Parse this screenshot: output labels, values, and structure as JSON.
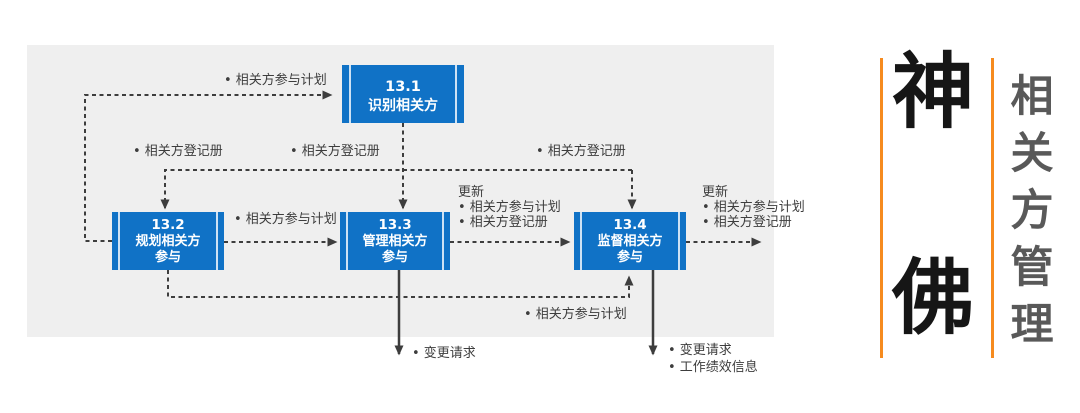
{
  "brand": {
    "char_top": "神",
    "char_bottom": "佛",
    "vertical_title": "相关方管理",
    "accent_color": "#F68B1F"
  },
  "diagram": {
    "processes": [
      {
        "id": "13.1",
        "name": [
          "识别相关方"
        ]
      },
      {
        "id": "13.2",
        "name": [
          "规划相关方",
          "参与"
        ]
      },
      {
        "id": "13.3",
        "name": [
          "管理相关方",
          "参与"
        ]
      },
      {
        "id": "13.4",
        "name": [
          "监督相关方",
          "参与"
        ]
      }
    ],
    "labels": {
      "plan_to_131": "• 相关方参与计划",
      "register_left": "• 相关方登记册",
      "register_mid": "• 相关方登记册",
      "register_right": "• 相关方登记册",
      "plan_132_to_133": "• 相关方参与计划",
      "update_mid": [
        "更新",
        "• 相关方参与计划",
        "• 相关方登记册"
      ],
      "update_right": [
        "更新",
        "• 相关方参与计划",
        "• 相关方登记册"
      ],
      "plan_to_134": "• 相关方参与计划",
      "change_request_133": "• 变更请求",
      "change_request_134": "• 变更请求",
      "work_performance_134": "• 工作绩效信息"
    },
    "colors": {
      "process_fill": "#1072C6",
      "panel_bg": "#EFEFEF",
      "line": "#3D3D3D"
    }
  }
}
